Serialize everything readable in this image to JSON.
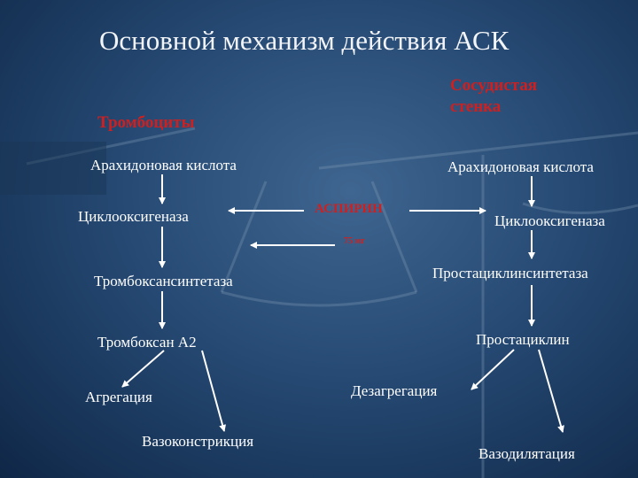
{
  "title": "Основной механизм действия АСК",
  "columns": {
    "platelets_header": "Тромбоциты",
    "vessel_header_line1": "Сосудистая",
    "vessel_header_line2": "стенка"
  },
  "drug": {
    "name": "АСПИРИН",
    "note": "75 мг"
  },
  "platelet_chain": {
    "substrate": "Арахидоновая кислота",
    "enzyme1": "Циклооксигеназа",
    "enzyme2": "Тромбоксансинтетаза",
    "product": "Тромбоксан А2",
    "effect1": "Агрегация",
    "effect2": "Вазоконстрикция"
  },
  "vessel_chain": {
    "substrate": "Арахидоновая кислота",
    "enzyme1": "Циклооксигеназа",
    "enzyme2": "Простациклинсинтетаза",
    "product": "Простациклин",
    "effect1": "Дезагрегация",
    "effect2": "Вазодилятация"
  },
  "colors": {
    "background": "#264a74",
    "accent": "#d01f1f",
    "text": "#ffffff"
  }
}
